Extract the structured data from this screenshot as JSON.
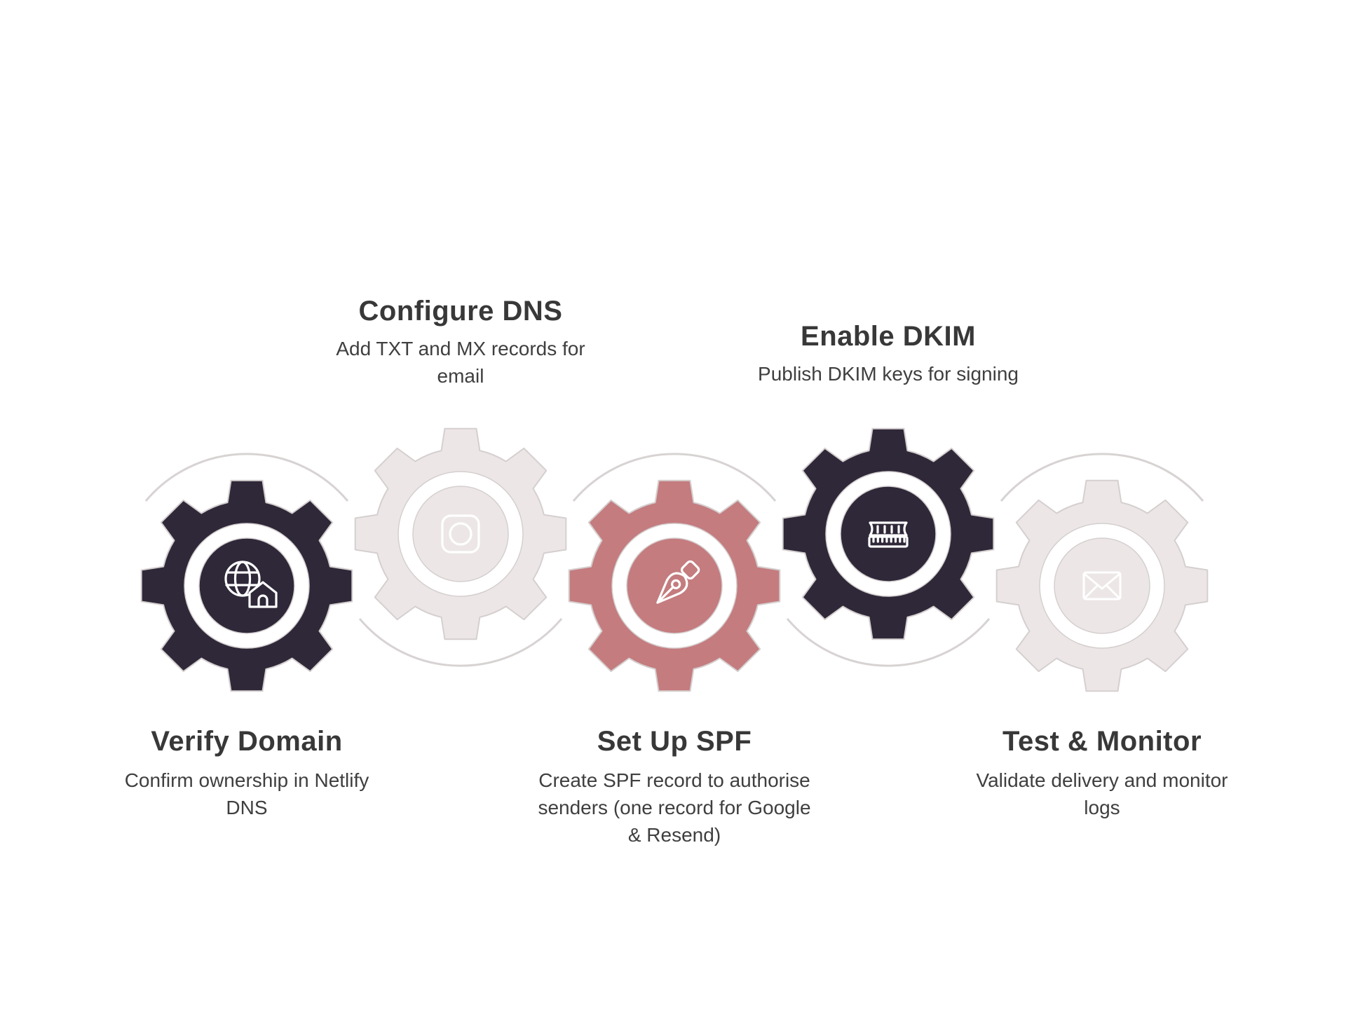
{
  "page": {
    "background": "#FFFFFF"
  },
  "colors": {
    "dark_gear": "#2E2839",
    "rose_gear": "#C47C7F",
    "light_gear": "#ECE7E6",
    "gear_outline": "#D5CFCF",
    "arc_stroke": "#D8D3D3",
    "title_text": "#383838",
    "desc_text": "#3F3F3F",
    "icon_stroke": "#FFFFFF"
  },
  "steps": [
    {
      "title": "Verify Domain",
      "desc_lines": [
        "Confirm ownership in Netlify",
        "DNS"
      ],
      "icon": "globe-home-icon",
      "gear_color": "#2E2839",
      "label_position": "below"
    },
    {
      "title": "Configure DNS",
      "desc_lines": [
        "Add TXT and MX records for",
        "email"
      ],
      "icon": "rounded-square-lens-icon",
      "gear_color": "#ECE7E6",
      "label_position": "above"
    },
    {
      "title": "Set Up SPF",
      "desc_lines": [
        "Create SPF record to authorise",
        "senders (one record for Google",
        "& Resend)"
      ],
      "icon": "pen-nib-icon",
      "gear_color": "#C47C7F",
      "label_position": "below"
    },
    {
      "title": "Enable DKIM",
      "desc_lines": [
        "Publish DKIM keys for signing"
      ],
      "icon": "ram-module-icon",
      "gear_color": "#2E2839",
      "label_position": "above"
    },
    {
      "title": "Test & Monitor",
      "desc_lines": [
        "Validate delivery and monitor",
        "logs"
      ],
      "icon": "envelope-icon",
      "gear_color": "#ECE7E6",
      "label_position": "below"
    }
  ]
}
